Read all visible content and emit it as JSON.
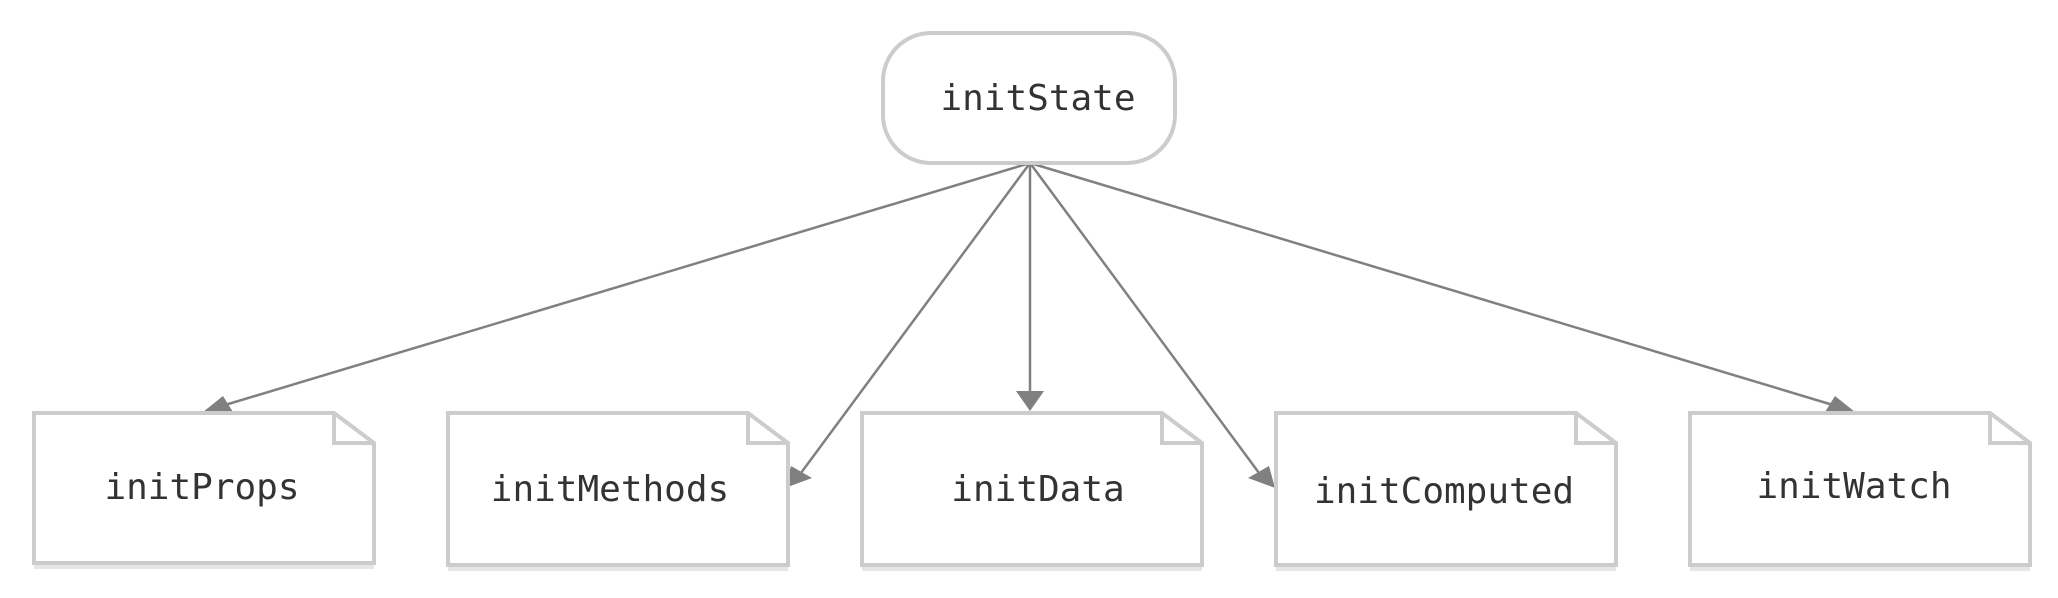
{
  "diagram": {
    "type": "flowchart",
    "colors": {
      "node_border": "#cccccc",
      "node_fill": "#ffffff",
      "edge": "#808080",
      "text": "#333333"
    },
    "root": {
      "id": "initState",
      "label": "initState",
      "shape": "rounded-terminal"
    },
    "children": [
      {
        "id": "initProps",
        "label": "initProps",
        "shape": "note"
      },
      {
        "id": "initMethods",
        "label": "initMethods",
        "shape": "note"
      },
      {
        "id": "initData",
        "label": "initData",
        "shape": "note"
      },
      {
        "id": "initComputed",
        "label": "initComputed",
        "shape": "note"
      },
      {
        "id": "initWatch",
        "label": "initWatch",
        "shape": "note"
      }
    ],
    "edges": [
      {
        "from": "initState",
        "to": "initProps"
      },
      {
        "from": "initState",
        "to": "initMethods"
      },
      {
        "from": "initState",
        "to": "initData"
      },
      {
        "from": "initState",
        "to": "initComputed"
      },
      {
        "from": "initState",
        "to": "initWatch"
      }
    ]
  }
}
